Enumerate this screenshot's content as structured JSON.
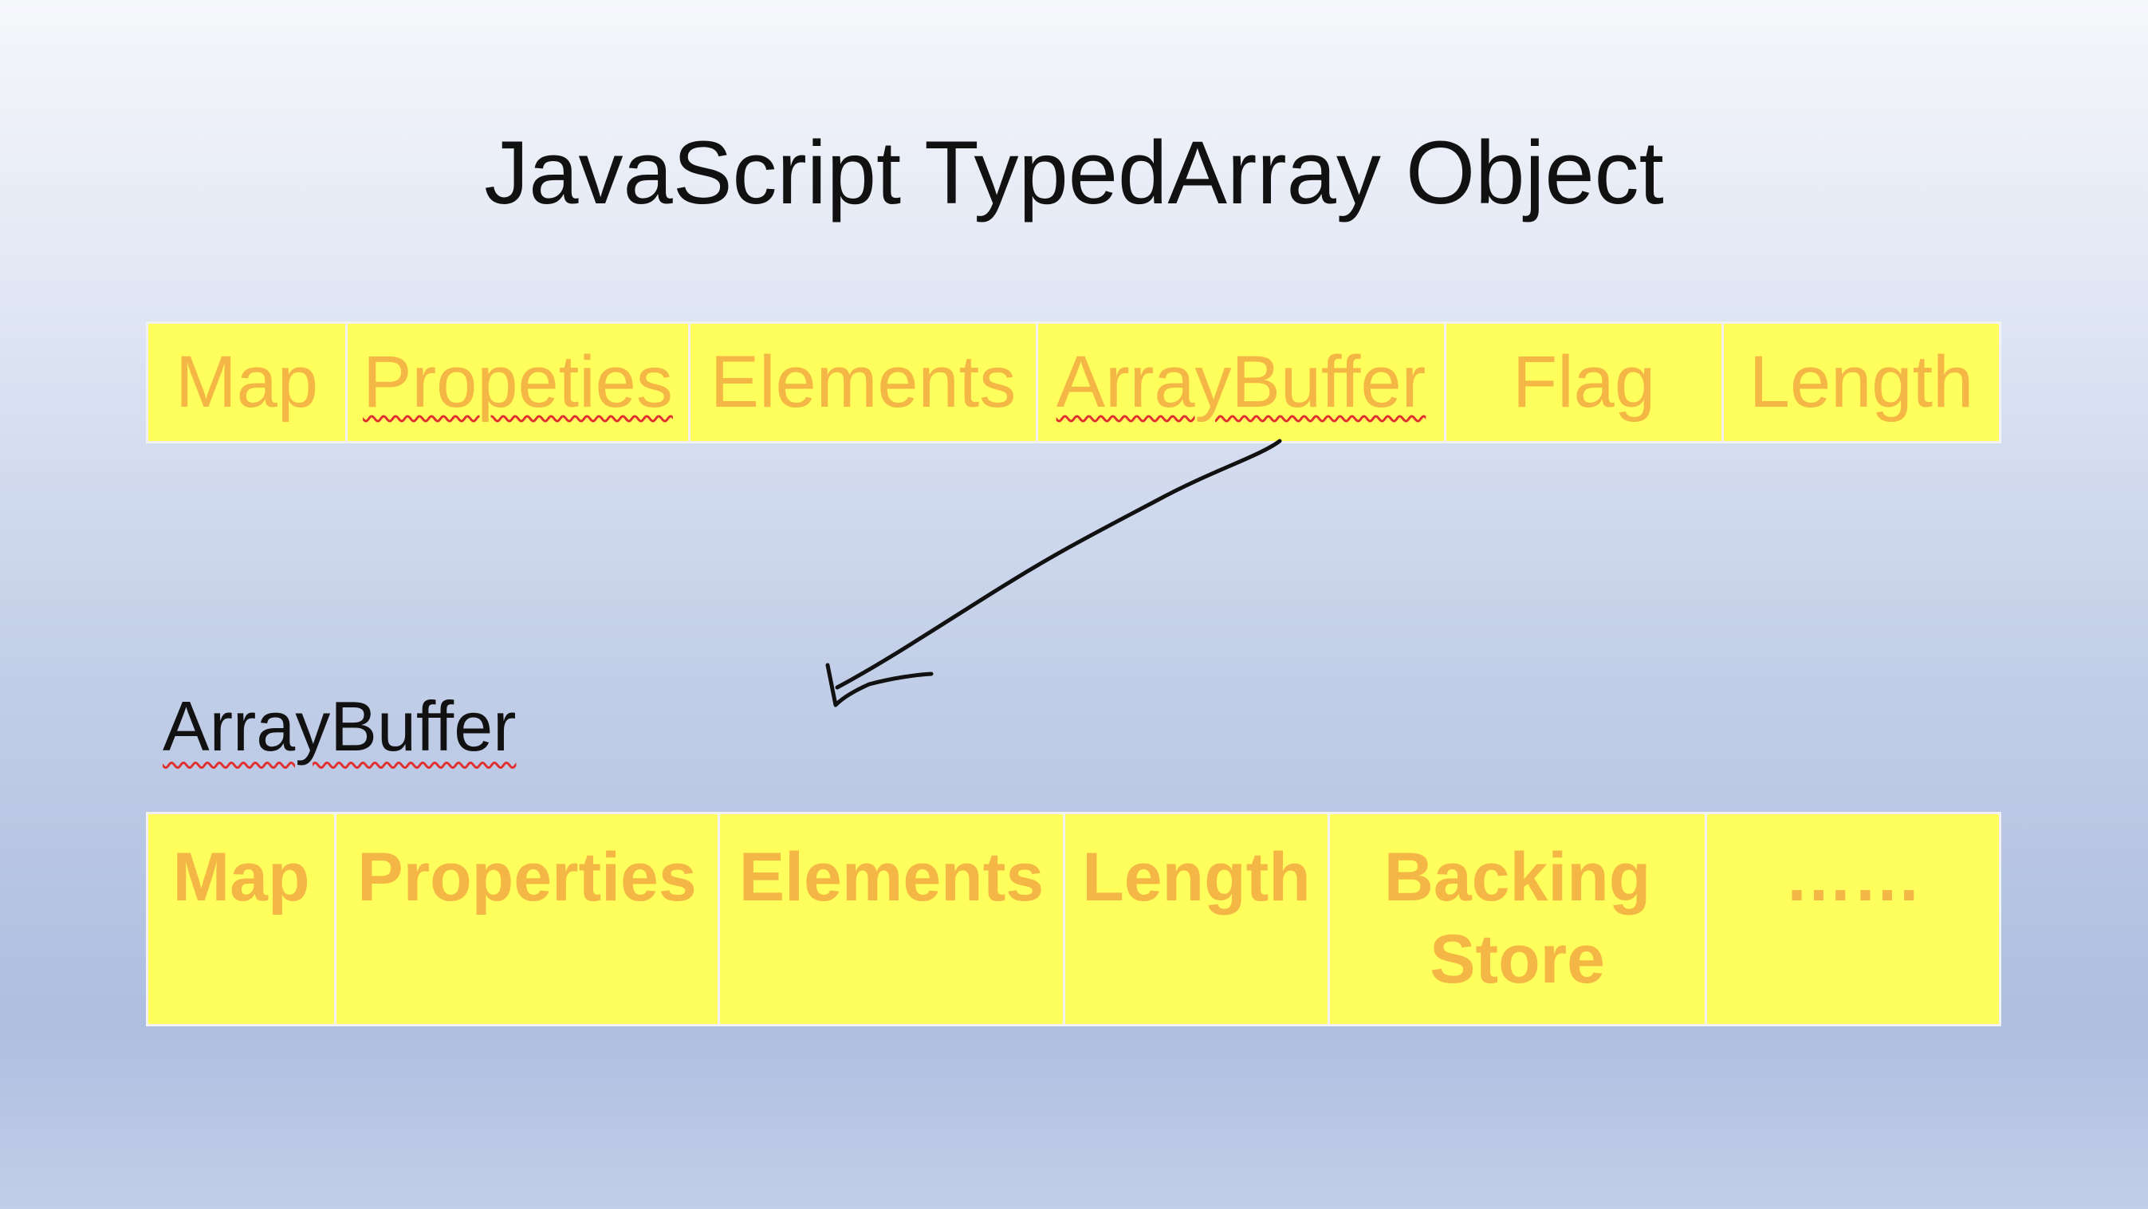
{
  "title": "JavaScript TypedArray Object",
  "typedarray_fields": [
    "Map",
    "Propeties",
    "Elements",
    "ArrayBuffer",
    "Flag",
    "Length"
  ],
  "arraybuffer_label": "ArrayBuffer",
  "arraybuffer_fields": [
    "Map",
    "Properties",
    "Elements",
    "Length",
    "Backing Store",
    "……"
  ],
  "colors": {
    "cell_fill": "#fefe5c",
    "cell_text": "#f4b645",
    "cell_border": "#f2f2f2",
    "ink": "#111111",
    "spellcheck_underline": "#e03030"
  }
}
